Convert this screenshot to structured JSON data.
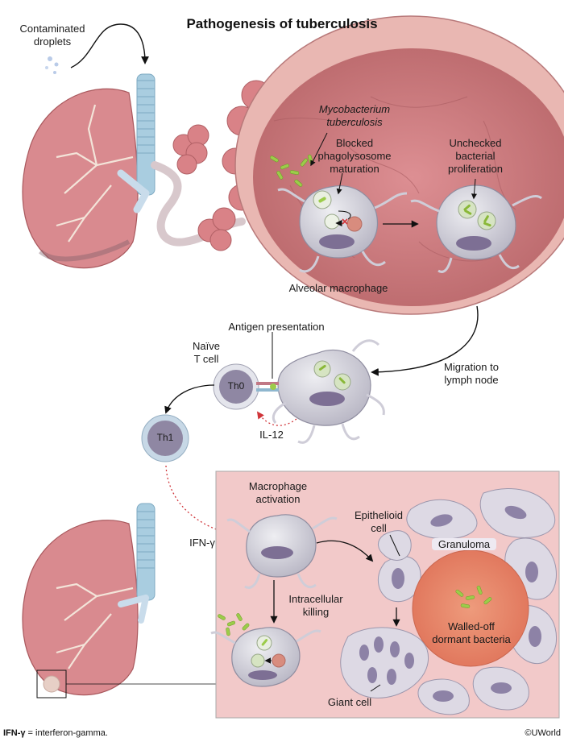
{
  "title": "Pathogenesis of tuberculosis",
  "labels": {
    "droplets_l1": "Contaminated",
    "droplets_l2": "droplets",
    "mtb_l1": "Mycobacterium",
    "mtb_l2": "tuberculosis",
    "blocked_l1": "Blocked",
    "blocked_l2": "phagolysosome",
    "blocked_l3": "maturation",
    "unchecked_l1": "Unchecked",
    "unchecked_l2": "bacterial",
    "unchecked_l3": "proliferation",
    "alveolar": "Alveolar macrophage",
    "antigen": "Antigen presentation",
    "naive_l1": "Naïve",
    "naive_l2": "T cell",
    "migration_l1": "Migration to",
    "migration_l2": "lymph node",
    "th0": "Th0",
    "th1": "Th1",
    "il12": "IL-12",
    "ifn": "IFN-γ",
    "activation_l1": "Macrophage",
    "activation_l2": "activation",
    "killing_l1": "Intracellular",
    "killing_l2": "killing",
    "epithelioid_l1": "Epithelioid",
    "epithelioid_l2": "cell",
    "granuloma": "Granuloma",
    "walled_l1": "Walled-off",
    "walled_l2": "dormant bacteria",
    "giant": "Giant cell"
  },
  "footnote": {
    "abbr": "IFN-γ",
    "definition": " = interferon-gamma."
  },
  "credit": "©UWorld",
  "colors": {
    "lung": "#d98a8f",
    "alveolus": "#c9787c",
    "trachea": "#a9cde0",
    "macrophage": "#c5c3cf",
    "nucleus": "#7d6f94",
    "bacteria": "#9ccc4a",
    "tcell": "#b8b8c6",
    "inset_bg": "#f2c9c9",
    "arrow_red": "#d0353a",
    "granuloma_core": "#e98c6e"
  }
}
